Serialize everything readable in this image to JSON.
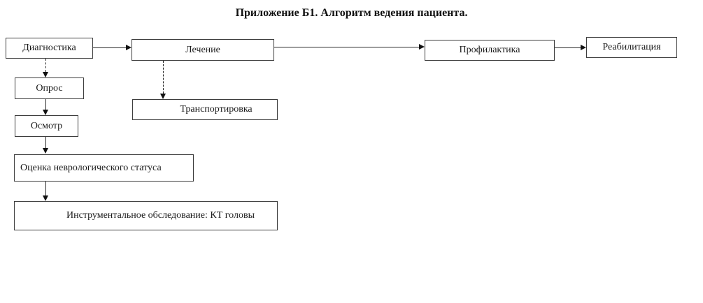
{
  "title": "Приложение Б1. Алгоритм ведения пациента.",
  "nodes": {
    "diagnostics": {
      "label": "Диагностика"
    },
    "treatment": {
      "label": "Лечение"
    },
    "prevention": {
      "label": "Профилактика"
    },
    "rehabilitation": {
      "label": "Реабилитация"
    },
    "survey": {
      "label": "Опрос"
    },
    "examination": {
      "label": "Осмотр"
    },
    "neuro_status": {
      "label": "Оценка неврологического статуса"
    },
    "ct_head": {
      "label": "Инструментальное обследование: КТ головы"
    },
    "transport": {
      "label": "Транспортировка"
    }
  },
  "edges": [
    {
      "from": "Диагностика",
      "to": "Лечение",
      "style": "solid",
      "direction": "right"
    },
    {
      "from": "Лечение",
      "to": "Профилактика",
      "style": "solid",
      "direction": "right"
    },
    {
      "from": "Профилактика",
      "to": "Реабилитация",
      "style": "solid",
      "direction": "right"
    },
    {
      "from": "Диагностика",
      "to": "Опрос",
      "style": "dashed",
      "direction": "down"
    },
    {
      "from": "Опрос",
      "to": "Осмотр",
      "style": "solid",
      "direction": "down"
    },
    {
      "from": "Осмотр",
      "to": "Оценка неврологического статуса",
      "style": "solid",
      "direction": "down"
    },
    {
      "from": "Оценка неврологического статуса",
      "to": "Инструментальное обследование: КТ головы",
      "style": "solid",
      "direction": "down"
    },
    {
      "from": "Лечение",
      "to": "Транспортировка",
      "style": "dashed",
      "direction": "down"
    }
  ],
  "colors": {
    "background": "#ffffff",
    "box_border": "#3d3d3d",
    "line": "#2b2b2b",
    "text": "#1a1a1a"
  }
}
